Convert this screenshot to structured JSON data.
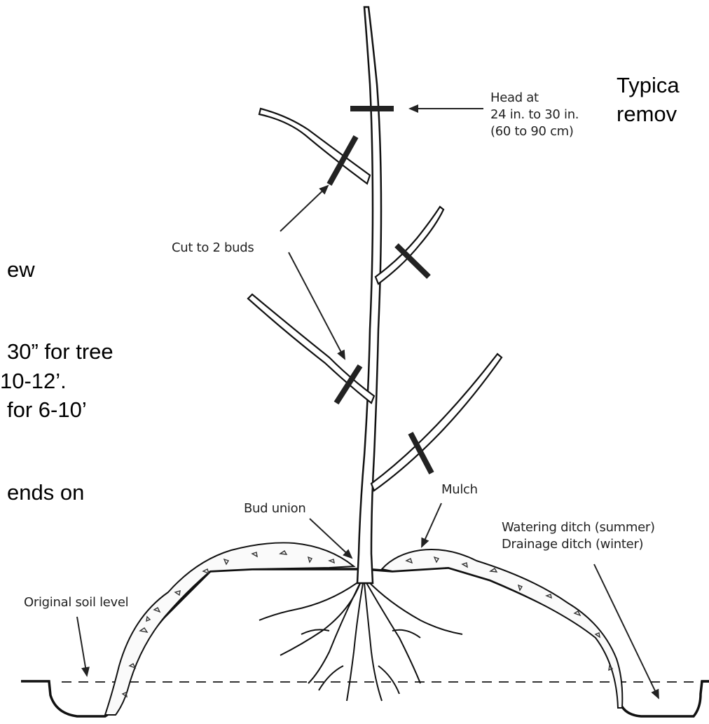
{
  "left_text": {
    "line1": "ew",
    "line2": "30” for tree",
    "line3": " 10-12’.",
    "line4": "for 6-10’",
    "line5": "ends on"
  },
  "right_text": {
    "line1": "Typica",
    "line2": "remov"
  },
  "diagram_labels": {
    "head_line1": "Head at",
    "head_line2": "24 in. to 30 in.",
    "head_line3": "(60 to 90 cm)",
    "cut": "Cut to 2 buds",
    "bud_union": "Bud union",
    "mulch": "Mulch",
    "watering_line1": "Watering ditch (summer)",
    "watering_line2": "Drainage ditch (winter)",
    "original_soil": "Original soil level"
  }
}
